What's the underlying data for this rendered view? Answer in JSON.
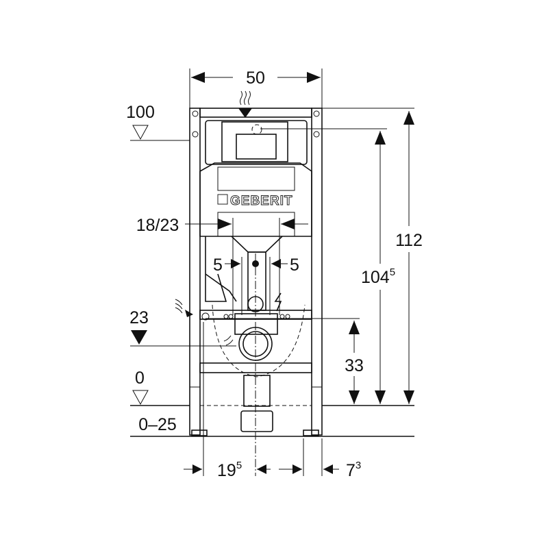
{
  "drawing": {
    "brand_logo": "GEBERIT",
    "dimensions": {
      "width": "50",
      "level_top": "100",
      "flush_plate_span": "18/23",
      "offset_left": "5",
      "offset_right": "5",
      "total_height": "112",
      "height_main": "104",
      "height_main_sup": "5",
      "level_drain": "23",
      "drain_height": "33",
      "level_floor": "0",
      "floor_range": "0–25",
      "bottom_left": "19",
      "bottom_left_sup": "5",
      "bottom_right": "7",
      "bottom_right_sup": "3"
    }
  }
}
